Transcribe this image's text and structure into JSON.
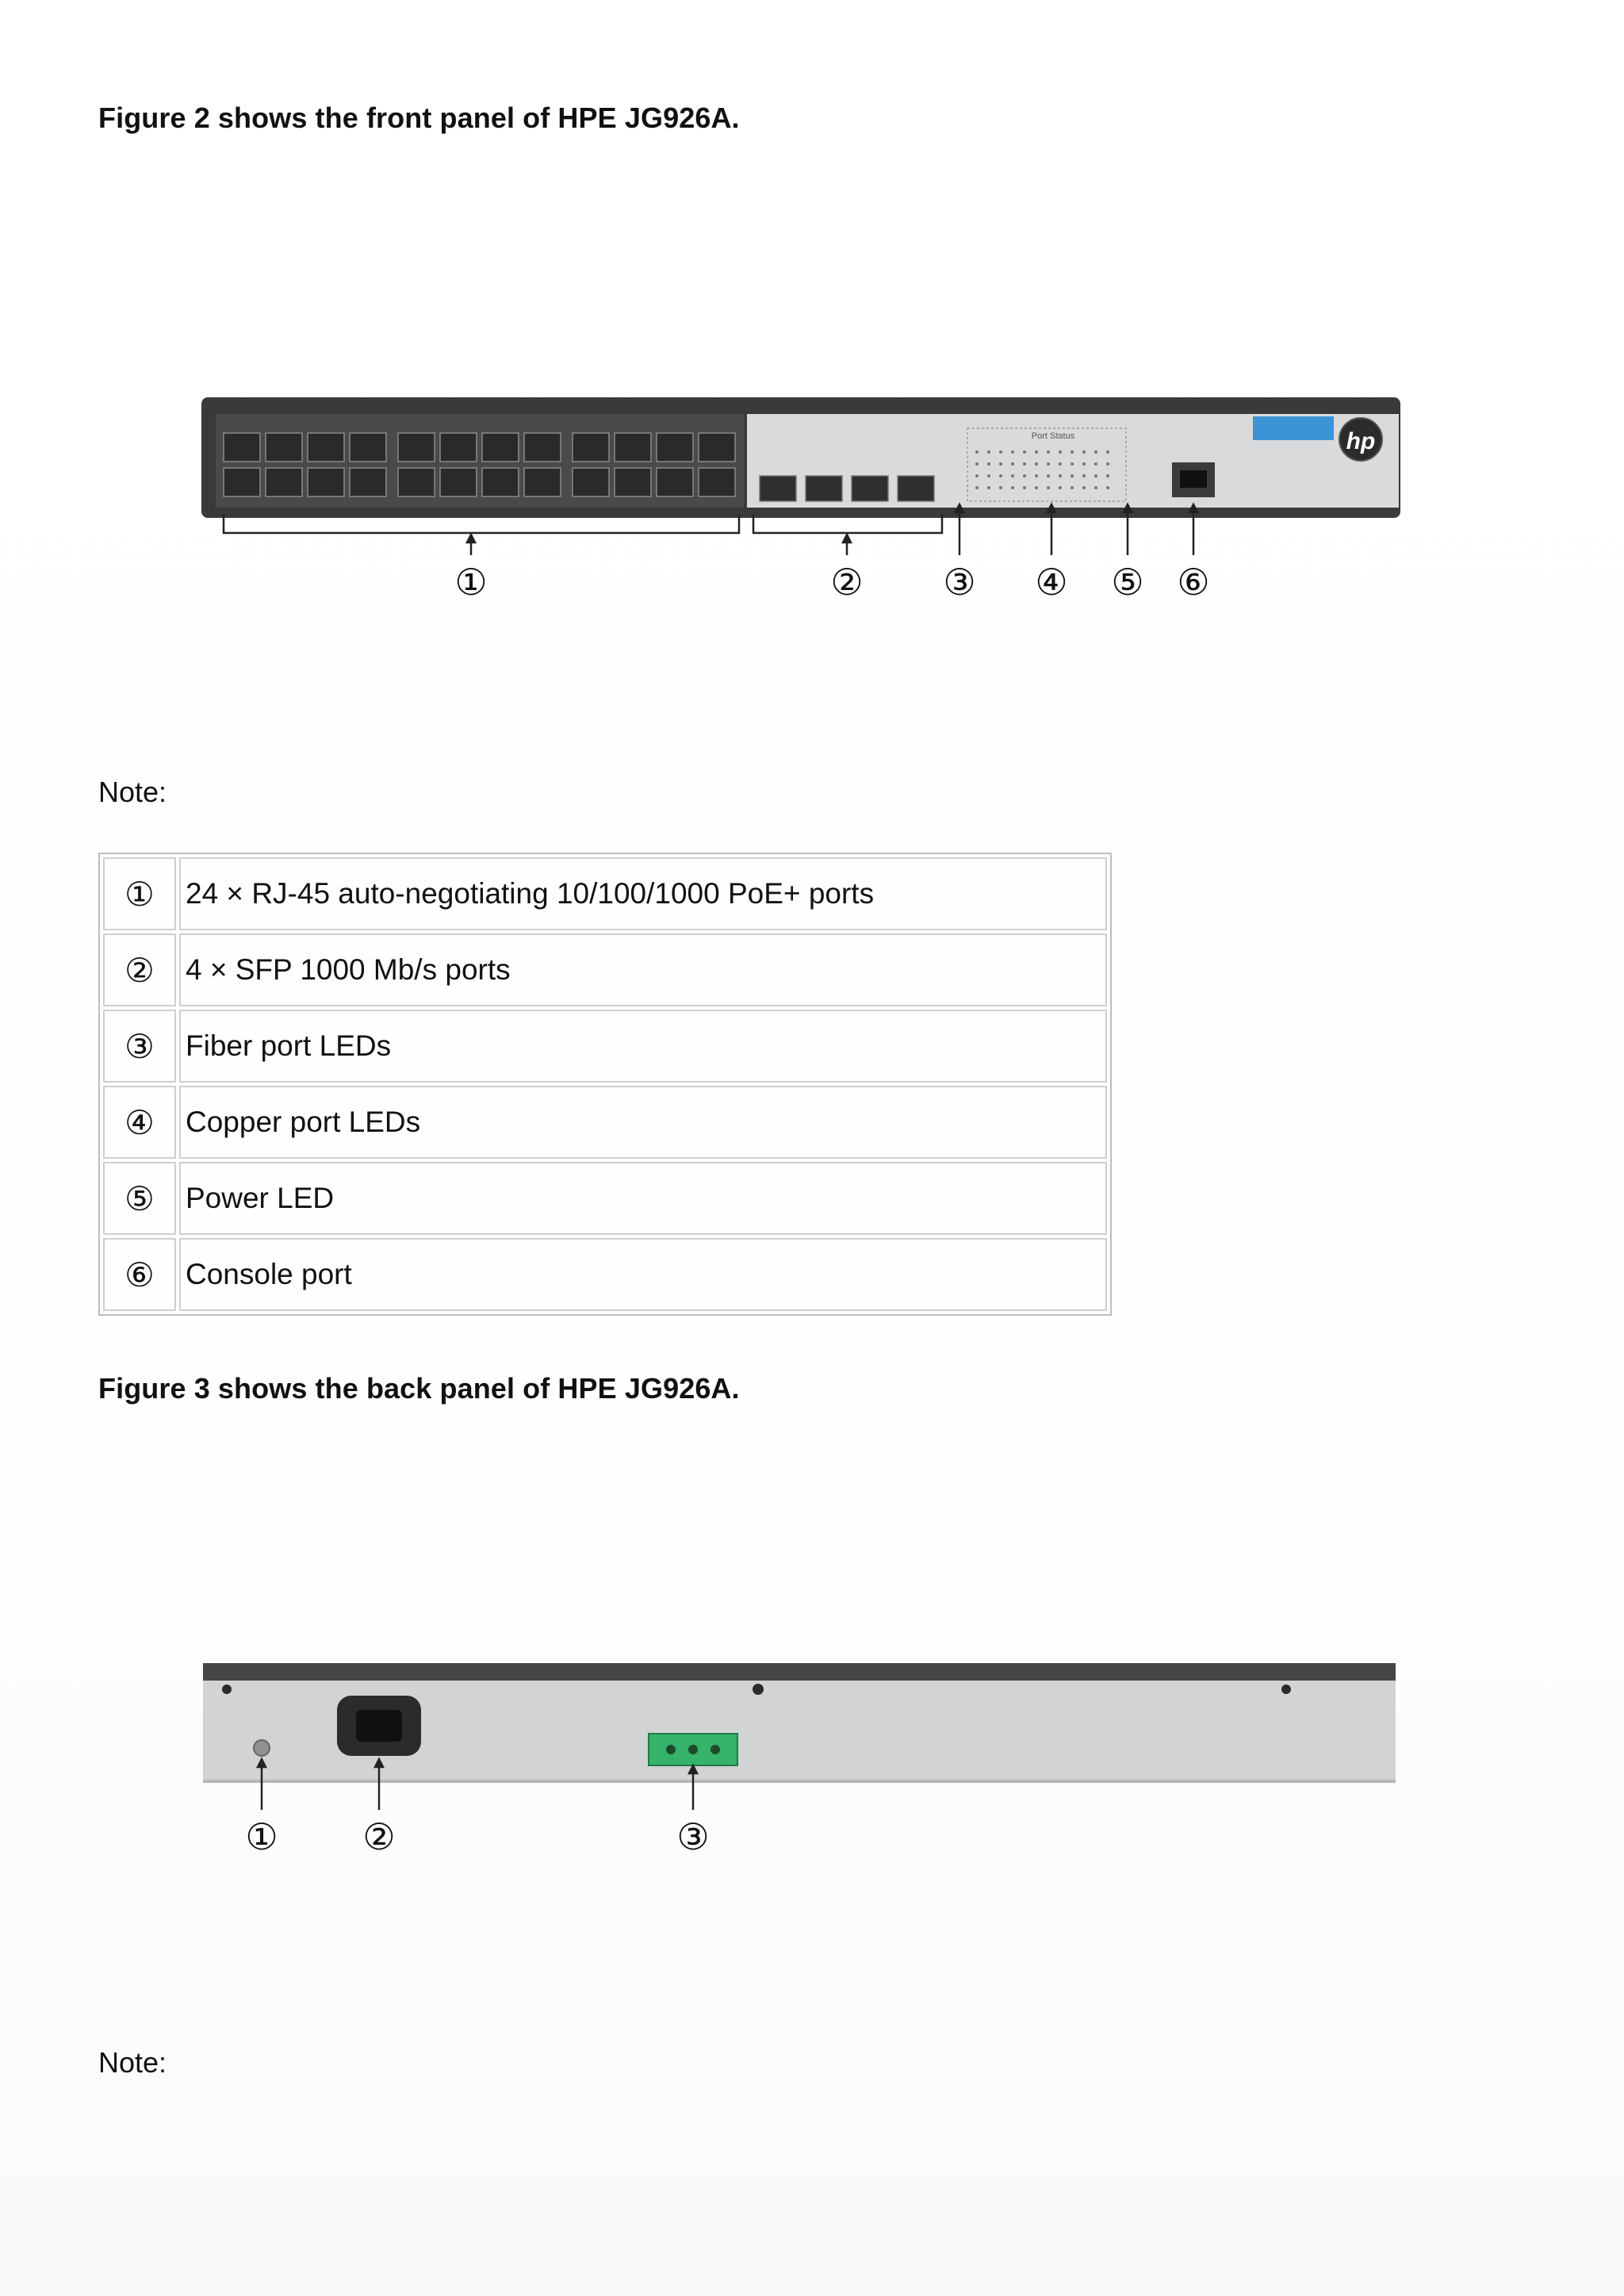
{
  "fig2": {
    "heading": "Figure 2 shows the front panel of HPE JG926A.",
    "callouts": [
      "①",
      "②",
      "③",
      "④",
      "⑤",
      "⑥"
    ]
  },
  "note_label": "Note:",
  "legend": [
    {
      "num": "①",
      "text": "24 × RJ-45 auto-negotiating 10/100/1000 PoE+ ports"
    },
    {
      "num": "②",
      "text": "4 × SFP 1000 Mb/s ports"
    },
    {
      "num": "③",
      "text": "Fiber port LEDs"
    },
    {
      "num": "④",
      "text": "Copper port LEDs"
    },
    {
      "num": "⑤",
      "text": "Power LED"
    },
    {
      "num": "⑥",
      "text": "Console port"
    }
  ],
  "fig3": {
    "heading": "Figure 3 shows the back panel of HPE JG926A.",
    "callouts": [
      "①",
      "②",
      "③"
    ]
  },
  "note_label_2": "Note:",
  "panel": {
    "logo": "hp",
    "status_label": "Port Status"
  },
  "colors": {
    "chassis": "#3a3a3a",
    "panel_face": "#d9dadb",
    "terminal_block": "#35b36a",
    "badge": "#3c93d6"
  }
}
